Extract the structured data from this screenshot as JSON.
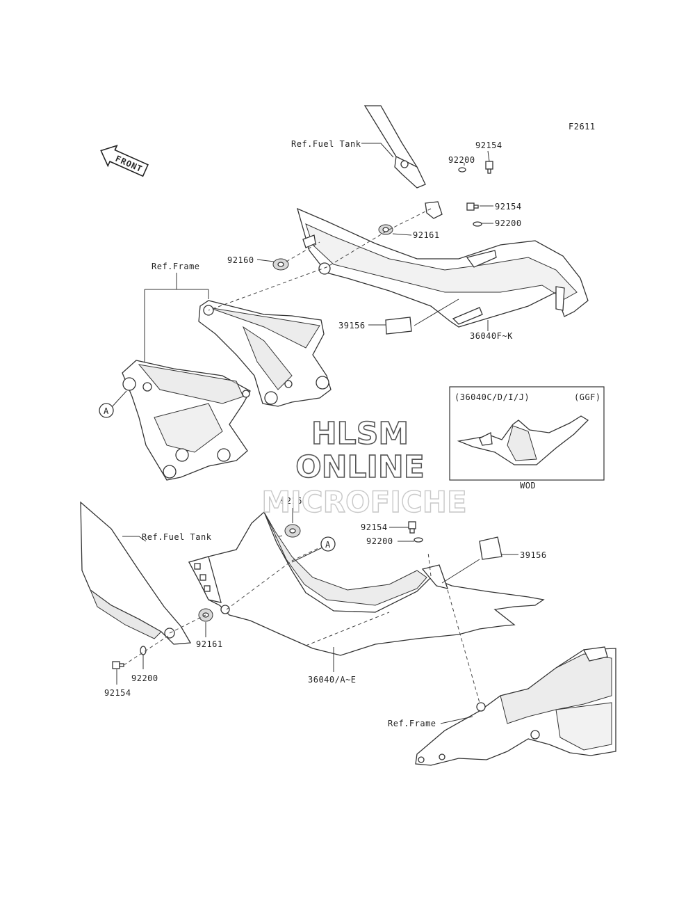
{
  "figure_code": "F2611",
  "front_label": "FRONT",
  "callout_letter": "A",
  "labels": {
    "ref_fuel_tank": "Ref.Fuel Tank",
    "ref_frame": "Ref.Frame",
    "p92154": "92154",
    "p92200": "92200",
    "p92161": "92161",
    "p92160": "92160",
    "p39156": "39156",
    "p36040fk": "36040F~K",
    "p36040ae": "36040/A~E"
  },
  "inset": {
    "variant_codes": "(36040C/D/I/J)",
    "finish_code": "(GGF)",
    "caption": "WOD"
  },
  "watermark": {
    "line1": "HLSM",
    "line2": "ONLINE",
    "line3": "MICROFICHE"
  }
}
